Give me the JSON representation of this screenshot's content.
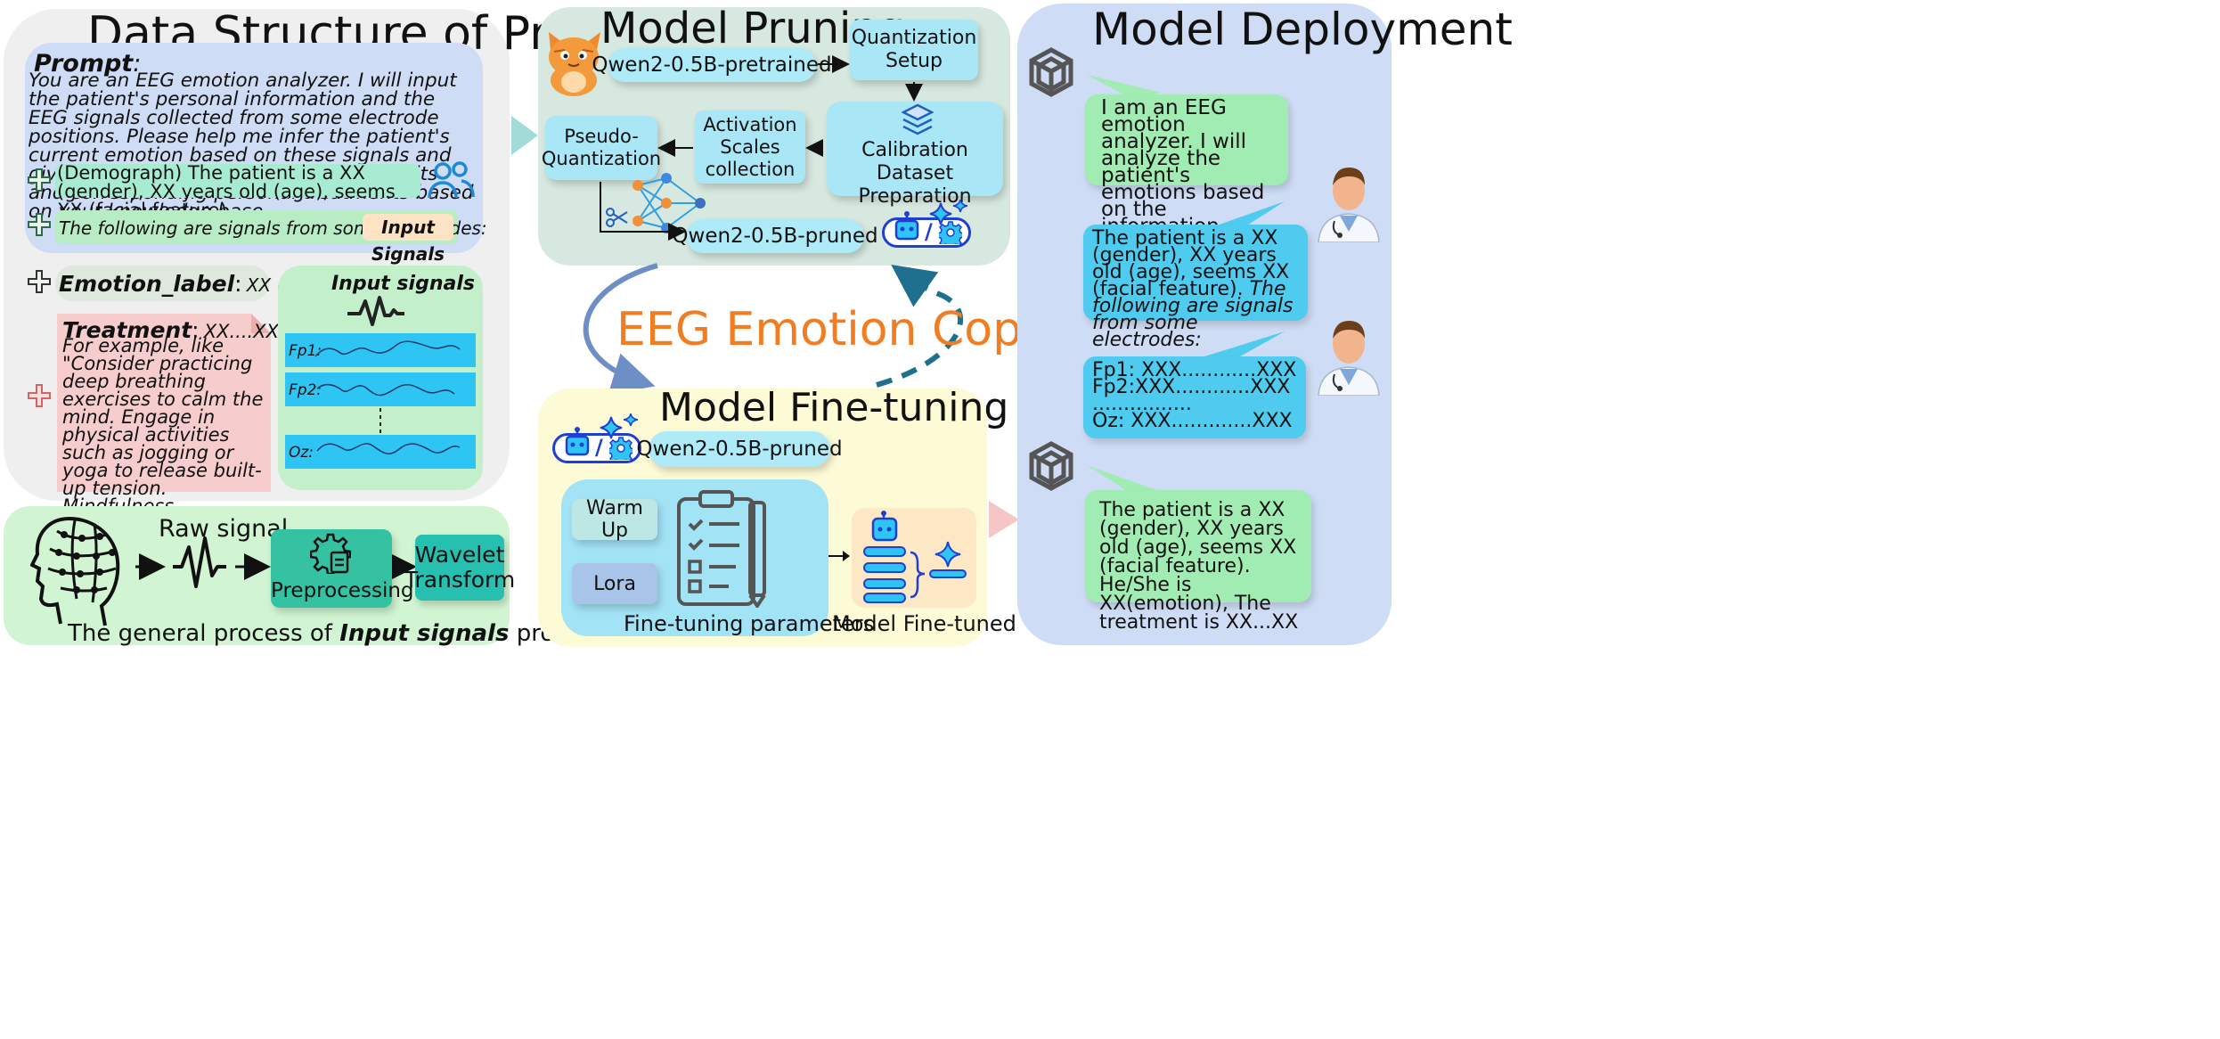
{
  "left": {
    "title": "Data Structure of Prompt",
    "prompt_label": "Prompt",
    "prompt_colon": ":",
    "prompt_text": "You are an EEG emotion analyzer. I will input the patient's personal information and the EEG signals collected from some electrode positions. Please help me infer the patient's current emotion based on these signals and give the specific emotion diagnosis results and corresponding personal treatments based on your knowledge base.",
    "demograph_text": "(Demograph) The patient is a XX (gender), XX years old (age), seems XX (facial feature).",
    "signals_text": "The following are signals from some electrodes:",
    "input_signals_tag": "Input Signals",
    "emotion_label_key": "Emotion_label",
    "emotion_label_colon": ":",
    "emotion_label_value": "XX (emotion)",
    "treatment_key": "Treatment",
    "treatment_colon": ":",
    "treatment_value": "XX....XX.",
    "treatment_text": "For example, like \"Consider practicing deep breathing exercises to calm the mind. Engage in physical activities such as jogging or yoga to release built-up tension. Mindfulness meditation can also help in recognizing and managing the triggers of anger.\"",
    "input_signals_title": "Input signals",
    "channels": [
      "Fp1:",
      "Fp2:",
      "Oz:"
    ]
  },
  "process": {
    "raw_signal": "Raw signal",
    "preprocessing": "Preprocessing",
    "wavelet": "Wavelet Transform",
    "caption_prefix": "The general process of ",
    "caption_bold": "Input signals",
    "caption_suffix": " processing"
  },
  "pruning": {
    "title": "Model Pruning",
    "pretrained": "Qwen2-0.5B-pretrained",
    "quant_setup": "Quantization Setup",
    "calibration": "Calibration Dataset Preparation",
    "activation": "Activation Scales collection",
    "pseudo": "Pseudo-Quantization",
    "pruned": "Qwen2-0.5B-pruned",
    "slash": "/"
  },
  "center_label": "EEG Emotion Copilot",
  "finetune": {
    "title": "Model Fine-tuning",
    "pruned": "Qwen2-0.5B-pruned",
    "warmup": "Warm Up",
    "lora": "Lora",
    "params_label": "Fine-tuning parameters",
    "tuned_label": "Model Fine-tuned",
    "slash": "/"
  },
  "deploy": {
    "title": "Model Deployment",
    "bubble1": "I am an EEG emotion analyzer. I will analyze the patient's emotions based on the information entered.",
    "bubble2_plain": "The patient is a XX (gender), XX years old (age), seems XX (facial feature).",
    "bubble2_italic": "The following are signals from some electrodes:",
    "bubble3_lines": [
      "Fp1: XXX............XXX",
      "Fp2:XXX............XXX",
      "................",
      "Oz: XXX.............XXX"
    ],
    "bubble4": "The patient is a XX (gender), XX years old (age), seems XX (facial feature). He/She is XX(emotion), The treatment is XX...XX"
  },
  "colors": {
    "accent_orange": "#f07d22",
    "arrow_blue": "#6d8fc5",
    "dashed_teal": "#1f6f8e",
    "signal_bar": "#2ec4f3"
  }
}
